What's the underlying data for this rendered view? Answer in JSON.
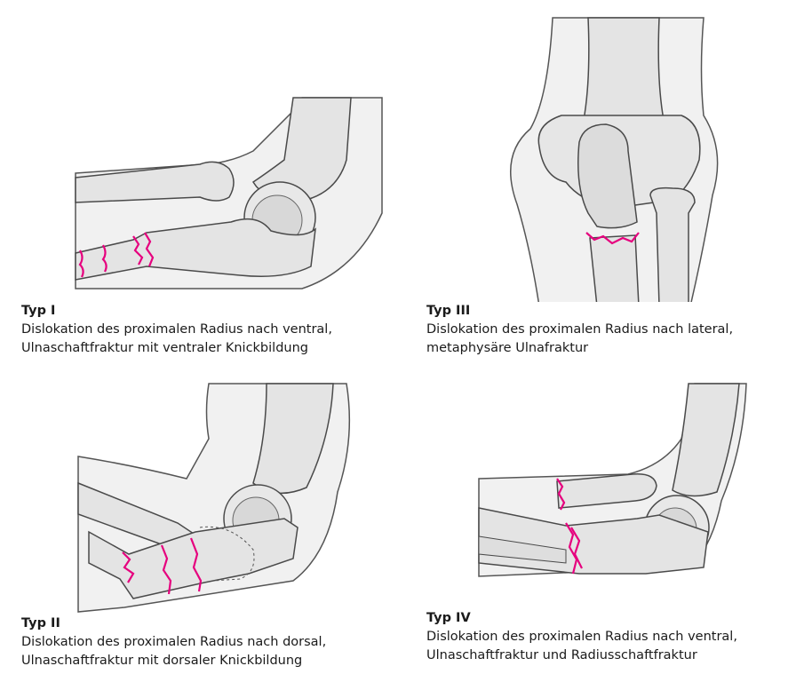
{
  "panels": [
    {
      "id": "typ1",
      "title": "Typ I",
      "line1": "Dislokation des proximalen Radius nach ventral,",
      "line2": "Ulnaschaftfraktur mit ventraler Knickbildung"
    },
    {
      "id": "typ3",
      "title": "Typ III",
      "line1": "Dislokation des proximalen Radius nach lateral,",
      "line2": "metaphysäre Ulnafraktur"
    },
    {
      "id": "typ2",
      "title": "Typ II",
      "line1": "Dislokation des proximalen Radius nach dorsal,",
      "line2": "Ulnaschaftfraktur mit dorsaler Knickbildung"
    },
    {
      "id": "typ4",
      "title": "Typ IV",
      "line1": "Dislokation des proximalen Radius nach ventral,",
      "line2": "Ulnaschaftfraktur und Radiusschaftfraktur"
    }
  ],
  "colors": {
    "fracture": "#e6007e",
    "bone": "#e4e4e4",
    "bone_outline": "#4a4a4a",
    "skin": "#f1f1f1",
    "skin_outline": "#555555"
  }
}
